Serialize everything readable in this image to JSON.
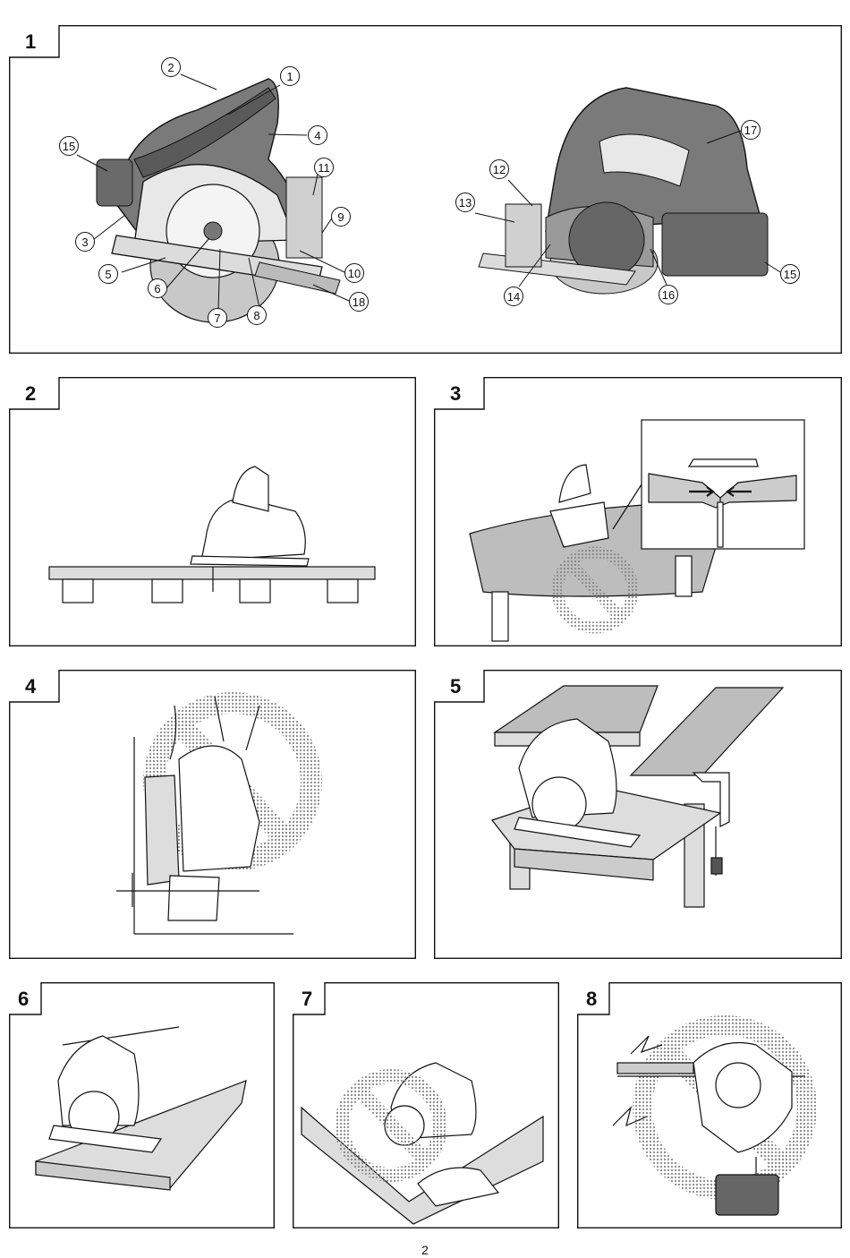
{
  "figures": [
    {
      "id": "1",
      "label": "1"
    },
    {
      "id": "2",
      "label": "2"
    },
    {
      "id": "3",
      "label": "3"
    },
    {
      "id": "4",
      "label": "4"
    },
    {
      "id": "5",
      "label": "5"
    },
    {
      "id": "6",
      "label": "6"
    },
    {
      "id": "7",
      "label": "7"
    },
    {
      "id": "8",
      "label": "8"
    }
  ],
  "callouts": [
    "1",
    "2",
    "3",
    "4",
    "5",
    "6",
    "7",
    "8",
    "9",
    "10",
    "11",
    "12",
    "13",
    "14",
    "15",
    "15",
    "16",
    "17",
    "18"
  ],
  "page_number": "2"
}
